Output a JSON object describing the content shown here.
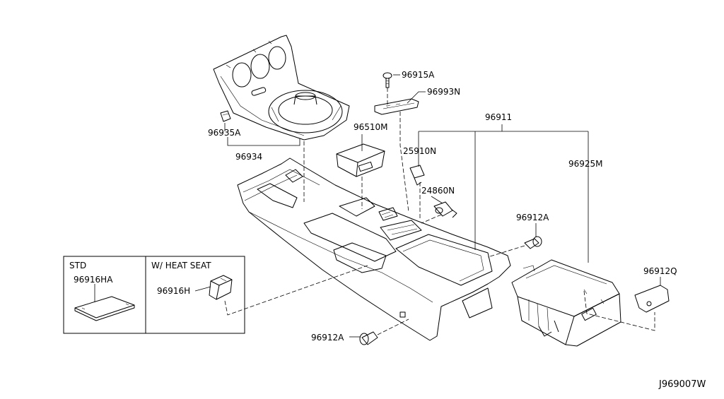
{
  "labels": {
    "p96915A": "96915A",
    "p96993N": "96993N",
    "p96911": "96911",
    "p96510M": "96510M",
    "p25910N": "25910N",
    "p96935A": "96935A",
    "p96934": "96934",
    "p24860N": "24860N",
    "p96925M": "96925M",
    "p96912A_top": "96912A",
    "p96912Q": "96912Q",
    "p96916HA": "96916HA",
    "p96916H": "96916H",
    "p96912A_bottom": "96912A"
  },
  "variant_box": {
    "std": "STD",
    "heat_seat": "W/ HEAT SEAT"
  },
  "diagram_code": "J969007W"
}
